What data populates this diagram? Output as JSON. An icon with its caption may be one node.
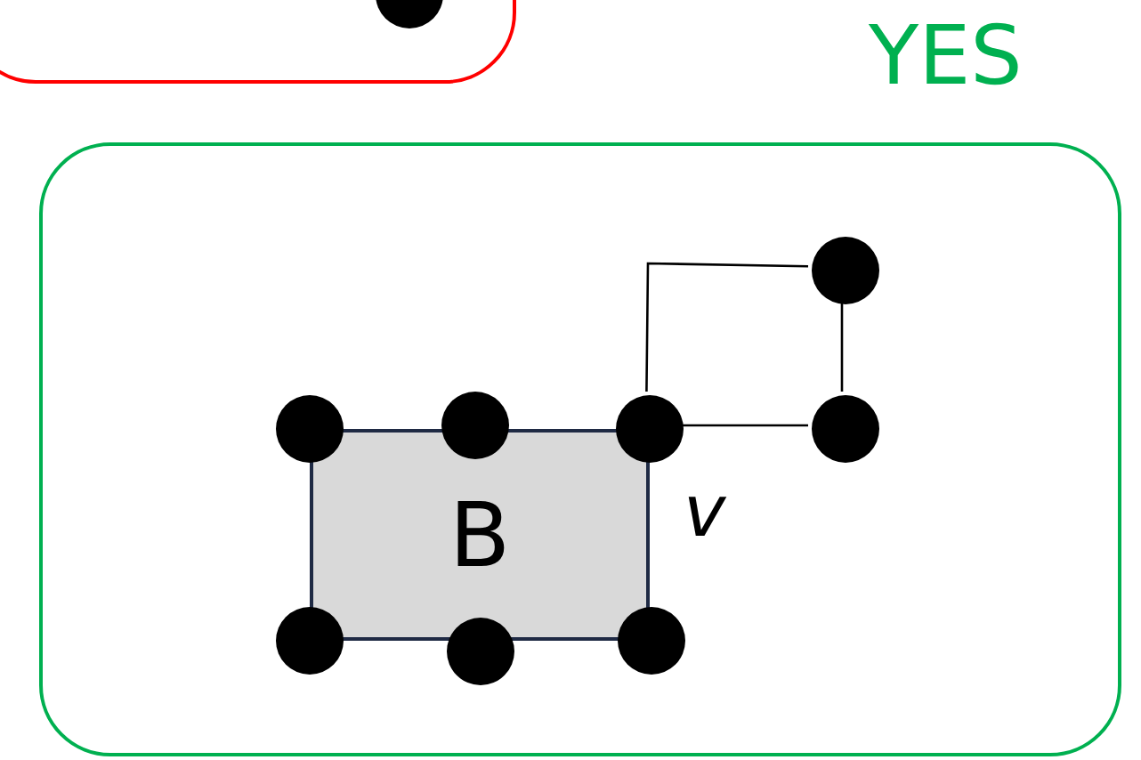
{
  "diagram": {
    "nodes": [
      {
        "text": [],
        "shape": "box"
      },
      {
        "text": [],
        "shape": "circle",
        "in": 0
      },
      {
        "text": [],
        "shape": "box"
      },
      {
        "text": [],
        "shape": "circle",
        "in": 2
      },
      {
        "text": [],
        "shape": "circle",
        "in": 2
      },
      {
        "text": [],
        "shape": "circle",
        "in": 2
      },
      {
        "text": [],
        "shape": "circle",
        "in": 2
      },
      {
        "text": [],
        "shape": "circle",
        "in": 2
      },
      {
        "text": [
          "B"
        ],
        "in": 2
      },
      {
        "text": [],
        "shape": "circle",
        "in": 2
      },
      {
        "text": [],
        "shape": "circle",
        "in": 2
      },
      {
        "text": [],
        "shape": "circle",
        "in": 2
      }
    ],
    "edges": [
      {
        "from": 6,
        "to": 3,
        "arrow": "none"
      },
      {
        "from": 3,
        "to": 7,
        "arrow": "none"
      },
      {
        "from": 6,
        "to": 7,
        "arrow": "none"
      }
    ],
    "labels": [
      "YES",
      "v"
    ]
  }
}
